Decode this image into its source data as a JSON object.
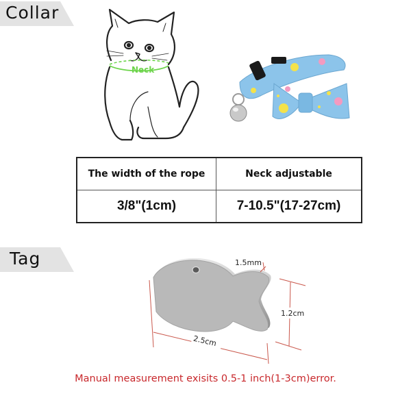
{
  "sections": {
    "collar_label": "Collar",
    "tag_label": "Tag"
  },
  "cat_illustration": {
    "neck_label": "Neck",
    "neck_color": "#6cd44a"
  },
  "collar_product": {
    "description": "Light blue patterned collar with bow tie, black buckle and silver bell",
    "color": "#8cc4ea"
  },
  "spec_table": {
    "headers": [
      "The width of the rope",
      "Neck adjustable"
    ],
    "values": [
      "3/8\"(1cm)",
      "7-10.5\"(17-27cm)"
    ]
  },
  "tag_dimensions": {
    "thickness": "1.5mm",
    "height": "1.2cm",
    "length": "2.5cm",
    "line_color": "#c0392b"
  },
  "note": {
    "text": "Manual measurement exisits 0.5-1 inch(1-3cm)error.",
    "color": "#c8282c"
  }
}
